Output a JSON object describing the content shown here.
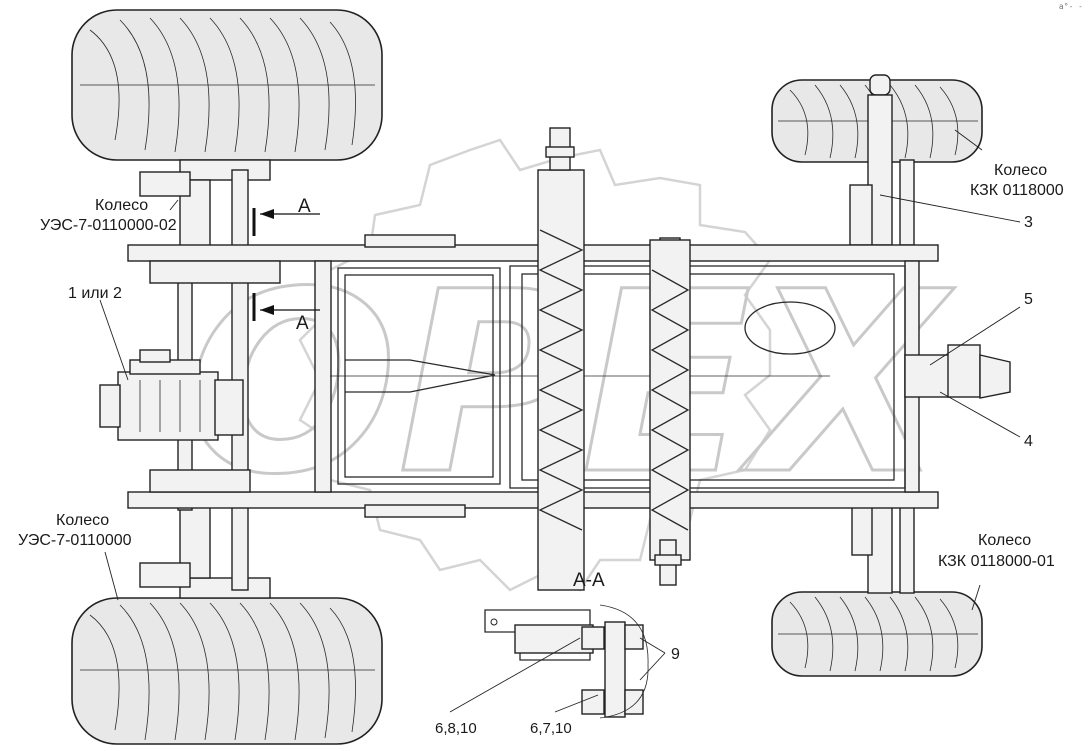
{
  "labels": {
    "wheel_front_left_title": "Колесо",
    "wheel_front_left_code": "УЭС-7-0110000-02",
    "wheel_rear_left_title": "Колесо",
    "wheel_rear_left_code": "УЭС-7-0110000",
    "wheel_front_right_title": "Колесо",
    "wheel_front_right_code": "КЗК 0118000",
    "wheel_rear_right_title": "Колесо",
    "wheel_rear_right_code": "КЗК 0118000-01",
    "gearbox_callout": "1 или 2",
    "callout_3": "3",
    "callout_4": "4",
    "callout_5": "5",
    "callout_9": "9",
    "callout_6_8_10": "6,8,10",
    "callout_6_7_10": "6,7,10",
    "section_marker_upper": "А",
    "section_marker_lower": "А",
    "section_title": "А-А"
  },
  "watermark": "OPEX",
  "corner_mark": "a°- -",
  "colors": {
    "line": "#222222",
    "watermark": "#c9c9c9",
    "fill_light": "#f2f2f2"
  }
}
